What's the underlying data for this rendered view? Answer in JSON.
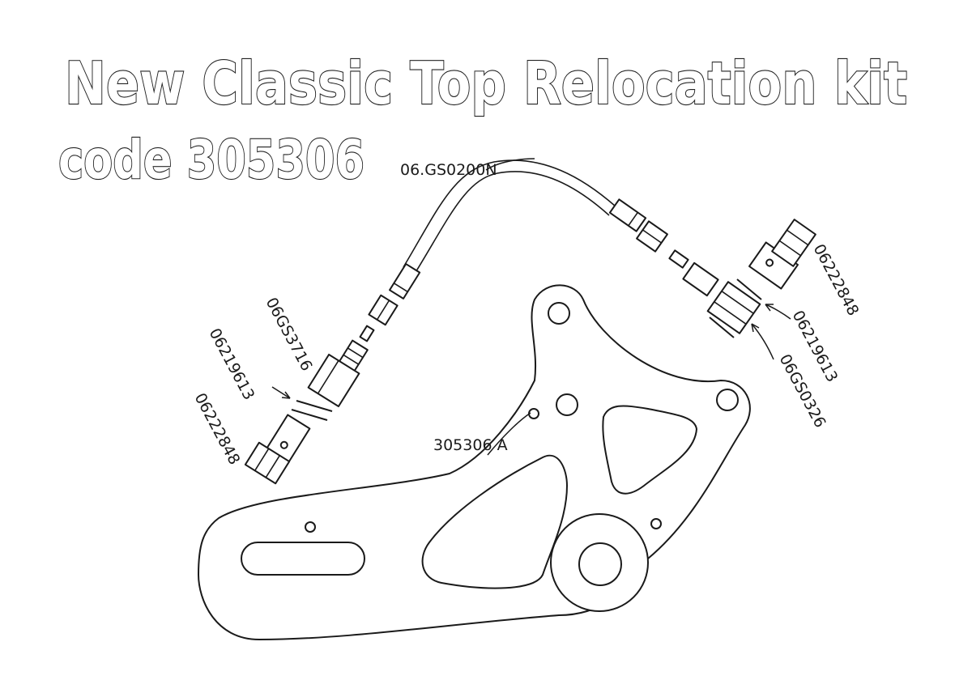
{
  "diagram": {
    "title": "New Classic Top Relocation kit",
    "code_line": "code 305306",
    "labels": {
      "hose": "06.GS0200N",
      "bracket": "305306 A",
      "left_bolt": "06222848",
      "left_washer": "06219613",
      "left_fitting": "06GS3716",
      "right_bolt": "06222848",
      "right_washer": "06219613",
      "right_fitting": "06GS0326"
    },
    "colors": {
      "line": "#1a1a1a",
      "background": "#ffffff"
    }
  }
}
